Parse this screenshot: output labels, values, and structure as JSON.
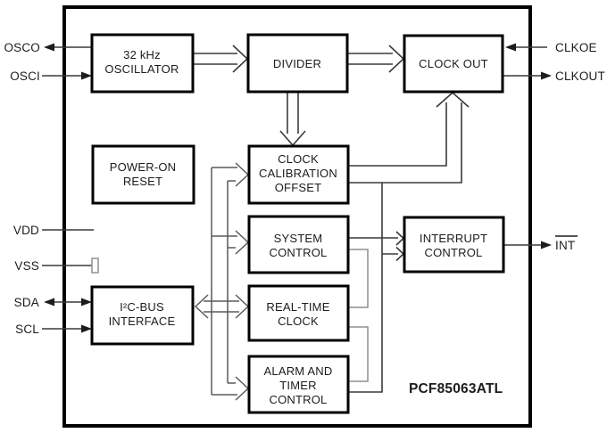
{
  "diagram": {
    "chip_label": "PCF85063ATL",
    "blocks": {
      "oscillator": {
        "line1": "32 kHz",
        "line2": "OSCILLATOR"
      },
      "divider": {
        "line1": "DIVIDER"
      },
      "clock_out": {
        "line1": "CLOCK OUT"
      },
      "power_on_reset": {
        "line1": "POWER-ON",
        "line2": "RESET"
      },
      "clock_calibration_offset": {
        "line1": "CLOCK",
        "line2": "CALIBRATION",
        "line3": "OFFSET"
      },
      "system_control": {
        "line1": "SYSTEM",
        "line2": "CONTROL"
      },
      "real_time_clock": {
        "line1": "REAL-TIME",
        "line2": "CLOCK"
      },
      "alarm_timer_control": {
        "line1": "ALARM AND",
        "line2": "TIMER",
        "line3": "CONTROL"
      },
      "interrupt_control": {
        "line1": "INTERRUPT",
        "line2": "CONTROL"
      },
      "i2c_bus_interface": {
        "line1": "I²C-BUS",
        "line2": "INTERFACE"
      }
    },
    "pins": {
      "osco": "OSCO",
      "osci": "OSCI",
      "clkoe": "CLKOE",
      "clkout": "CLKOUT",
      "vdd": "VDD",
      "vss": "VSS",
      "sda": "SDA",
      "scl": "SCL",
      "int": "INT"
    },
    "colors": {
      "background": "#ffffff",
      "block_border": "#000000",
      "wire": "#3a3a3a",
      "connector_gray": "#8f8f8f",
      "text": "#1c1c1c"
    }
  }
}
